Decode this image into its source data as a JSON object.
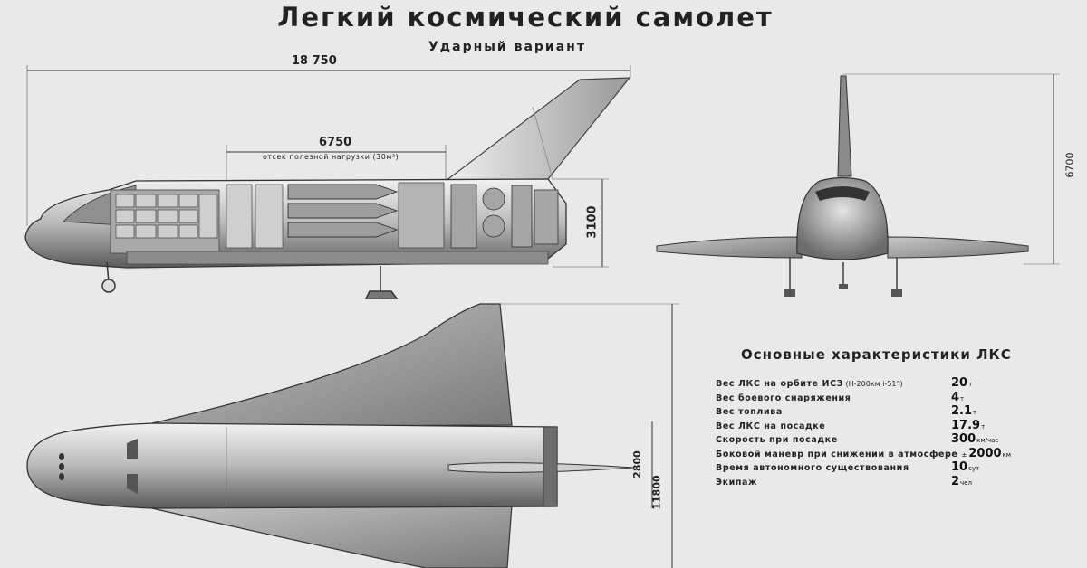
{
  "title": "Легкий космический самолет",
  "subtitle": "Ударный вариант",
  "dimensions": {
    "length": "18 750",
    "bay": "6750",
    "bay_label": "отсек полезной нагрузки (30м³)",
    "side_height": "3100",
    "front_height": "6700",
    "plan_a": "2800",
    "plan_b": "11800"
  },
  "characteristics": {
    "title": "Основные характеристики ЛКС",
    "rows": [
      {
        "label": "Вес ЛКС на орбите ИСЗ",
        "detail": "(Н-200км  i-51°)",
        "prefix": "",
        "value": "20",
        "unit": "т"
      },
      {
        "label": "Вес боевого снаряжения",
        "detail": "",
        "prefix": "",
        "value": "4",
        "unit": "т"
      },
      {
        "label": "Вес топлива",
        "detail": "",
        "prefix": "",
        "value": "2.1",
        "unit": "т"
      },
      {
        "label": "Вес ЛКС на посадке",
        "detail": "",
        "prefix": "",
        "value": "17.9",
        "unit": "т"
      },
      {
        "label": "Скорость при посадке",
        "detail": "",
        "prefix": "",
        "value": "300",
        "unit": "км/час"
      },
      {
        "label": "Боковой маневр при снижении в атмосфере",
        "detail": "",
        "prefix": "±",
        "value": "2000",
        "unit": "км"
      },
      {
        "label": "Время автономного существования",
        "detail": "",
        "prefix": "",
        "value": "10",
        "unit": "сут"
      },
      {
        "label": "Экипаж",
        "detail": "",
        "prefix": "",
        "value": "2",
        "unit": "чел"
      }
    ]
  }
}
